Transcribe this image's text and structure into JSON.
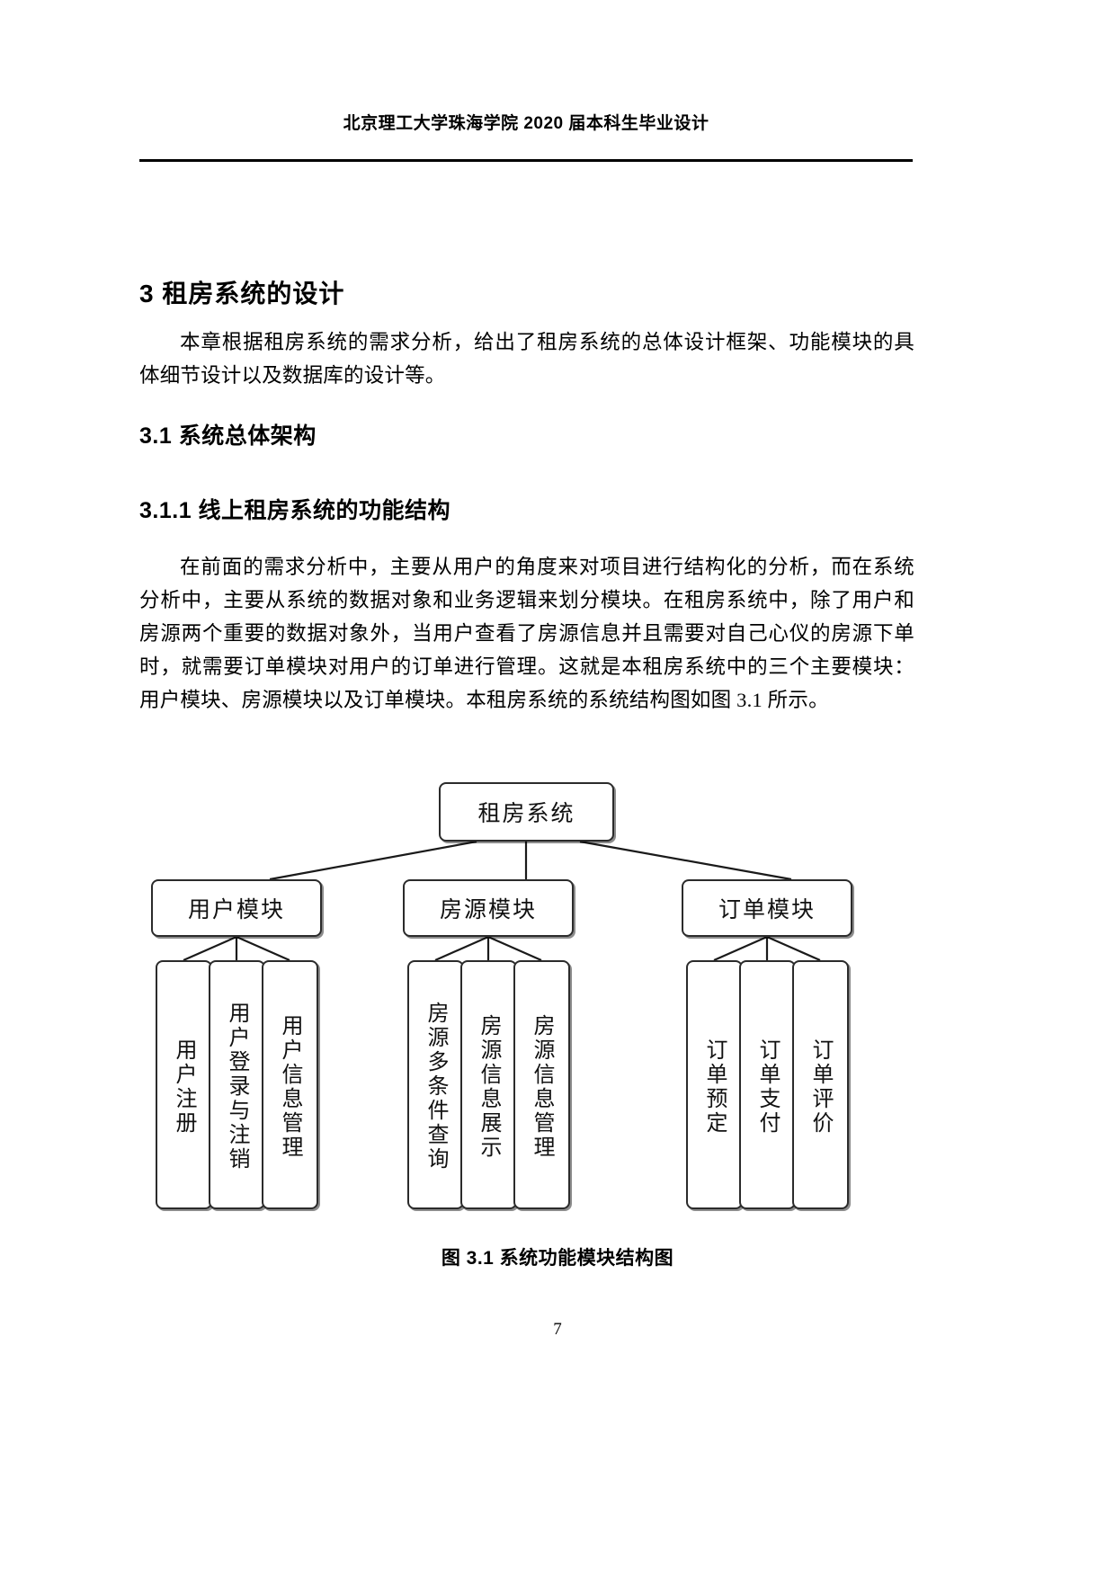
{
  "header": {
    "running_title": "北京理工大学珠海学院 2020 届本科生毕业设计"
  },
  "headings": {
    "chapter": "3  租房系统的设计",
    "section": "3.1 系统总体架构",
    "subsection": "3.1.1 线上租房系统的功能结构"
  },
  "paragraphs": {
    "intro": "本章根据租房系统的需求分析，给出了租房系统的总体设计框架、功能模块的具体细节设计以及数据库的设计等。",
    "body": "在前面的需求分析中，主要从用户的角度来对项目进行结构化的分析，而在系统分析中，主要从系统的数据对象和业务逻辑来划分模块。在租房系统中，除了用户和房源两个重要的数据对象外，当用户查看了房源信息并且需要对自己心仪的房源下单时，就需要订单模块对用户的订单进行管理。这就是本租房系统中的三个主要模块：用户模块、房源模块以及订单模块。本租房系统的系统结构图如图 3.1 所示。"
  },
  "figure": {
    "caption": "图 3.1  系统功能模块结构图",
    "root": "租房系统",
    "modules": [
      {
        "label": "用户模块"
      },
      {
        "label": "房源模块"
      },
      {
        "label": "订单模块"
      }
    ],
    "leaves": [
      {
        "label": "用户注册"
      },
      {
        "label": "用户登录与注销"
      },
      {
        "label": "用户信息管理"
      },
      {
        "label": "房源多条件查询"
      },
      {
        "label": "房源信息展示"
      },
      {
        "label": "房源信息管理"
      },
      {
        "label": "订单预定"
      },
      {
        "label": "订单支付"
      },
      {
        "label": "订单评价"
      }
    ]
  },
  "footer": {
    "page_number": "7"
  },
  "colors": {
    "text": "#000000",
    "box_border": "#2b2b2b",
    "rule": "#000000"
  }
}
